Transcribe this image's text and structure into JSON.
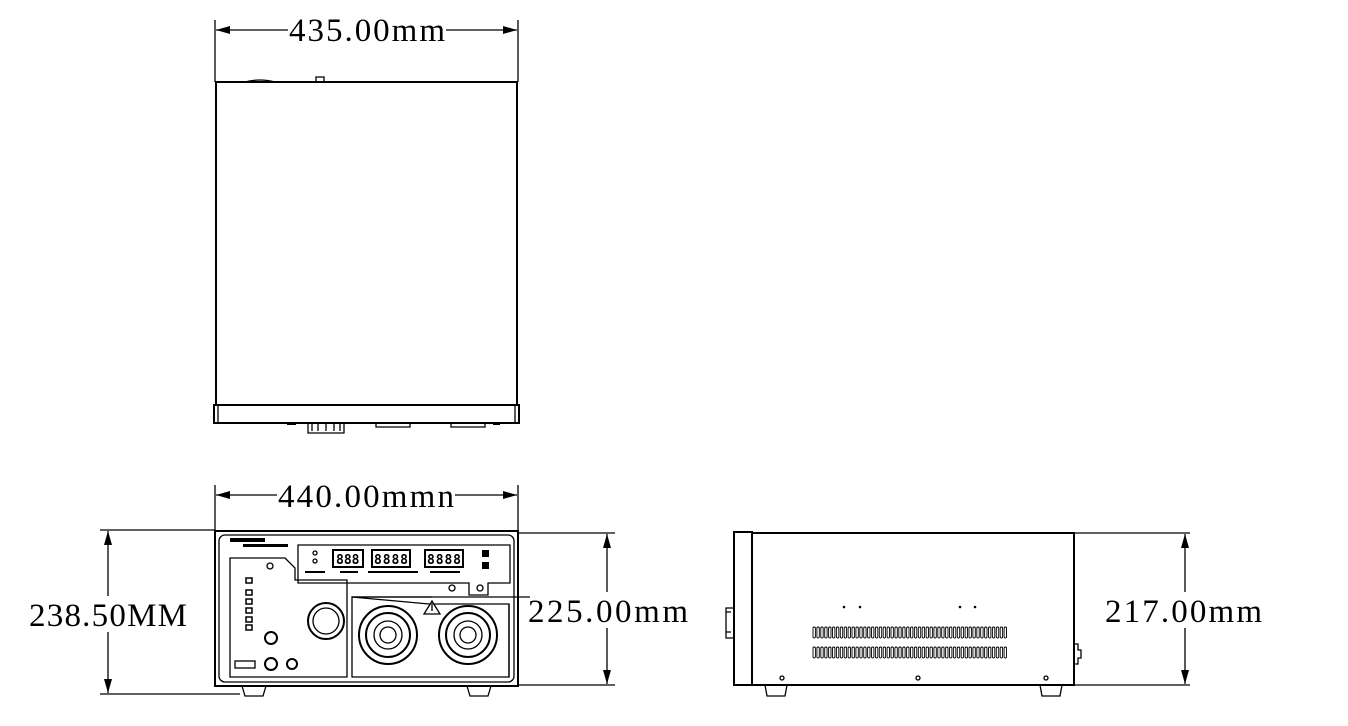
{
  "dimensions": {
    "top_width": "435.00mm",
    "front_width": "440.00mmn",
    "front_total_height": "238.50MM",
    "front_body_height": "225.00mm",
    "side_height": "217.00mm"
  },
  "views": [
    "top-view",
    "front-view",
    "side-view"
  ]
}
